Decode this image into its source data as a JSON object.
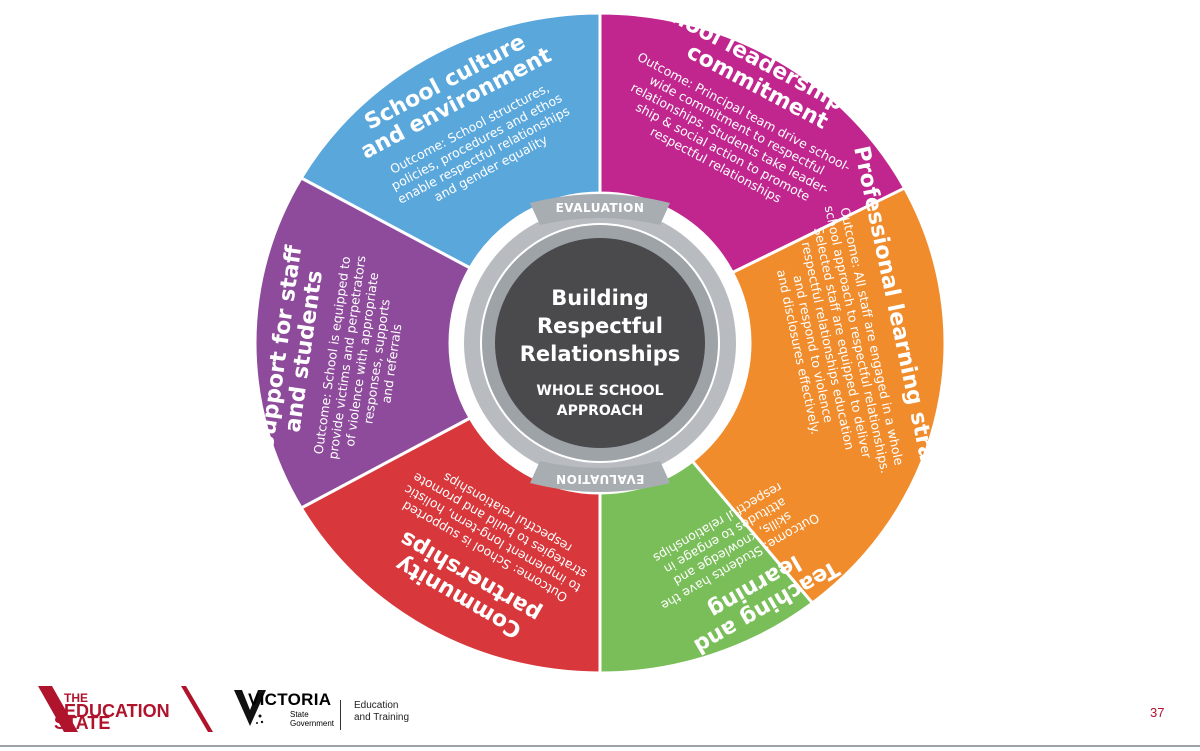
{
  "diagram": {
    "center": {
      "title_lines": [
        "Building",
        "Respectful",
        "Relationships"
      ],
      "subtitle_lines": [
        "WHOLE SCHOOL",
        "APPROACH"
      ]
    },
    "evaluation_top": "EVALUATION",
    "evaluation_bottom": "EVALUATION",
    "segments": [
      {
        "id": "school-culture",
        "color": "#5aa7dc",
        "title_lines": [
          "School culture",
          "and environment"
        ],
        "body_lines": [
          "Outcome: School structures,",
          "policies, procedures and ethos",
          "enable respectful relationships",
          "and gender equality"
        ]
      },
      {
        "id": "school-leadership",
        "color": "#c0268e",
        "title_lines": [
          "School leadership and",
          "commitment"
        ],
        "body_lines": [
          "Outcome: Principal team drive school-",
          "wide commitment to respectful",
          "relationships. Students take leader-",
          "ship & social action to promote",
          "respectful relationships"
        ]
      },
      {
        "id": "professional-learning",
        "color": "#f08c2c",
        "title_lines": [
          "Professional learning strategy"
        ],
        "body_lines": [
          "Outcome: All staff are engaged in a whole",
          "school approach to respectful relationships.",
          "Selected staff are equipped to deliver",
          "respectful relationships education",
          "and respond to violence",
          "and disclosures effectively."
        ]
      },
      {
        "id": "teaching-learning",
        "color": "#79be58",
        "title_lines": [
          "Teaching and",
          "learning"
        ],
        "body_lines": [
          "Outcome: Students have the",
          "skills, knowledge and",
          "attitudes to engage in",
          "respectful relationships"
        ]
      },
      {
        "id": "community-partnerships",
        "color": "#d8373b",
        "title_lines": [
          "Community",
          "partnerships"
        ],
        "body_lines": [
          "Outcome: School is supported",
          "to implement long-term, holistic",
          "strategies to build and promote",
          "respectful relationships"
        ]
      },
      {
        "id": "support-staff",
        "color": "#8e4b9b",
        "title_lines": [
          "Support for staff",
          "and students"
        ],
        "body_lines": [
          "Outcome: School is equipped to",
          "provide victims and perpetrators",
          "of violence with appropriate",
          "responses, supports",
          "and referrals"
        ]
      }
    ]
  },
  "footer": {
    "education_state": [
      "THE",
      "EDUCATION",
      "STATE"
    ],
    "victoria": "VICTORIA",
    "victoria_sub": [
      "State",
      "Government"
    ],
    "department": [
      "Education",
      "and Training"
    ],
    "page_number": "37"
  },
  "colors": {
    "center": "#4a4a4c",
    "ring": "#b8bcc1",
    "brand_red": "#b0132c"
  }
}
